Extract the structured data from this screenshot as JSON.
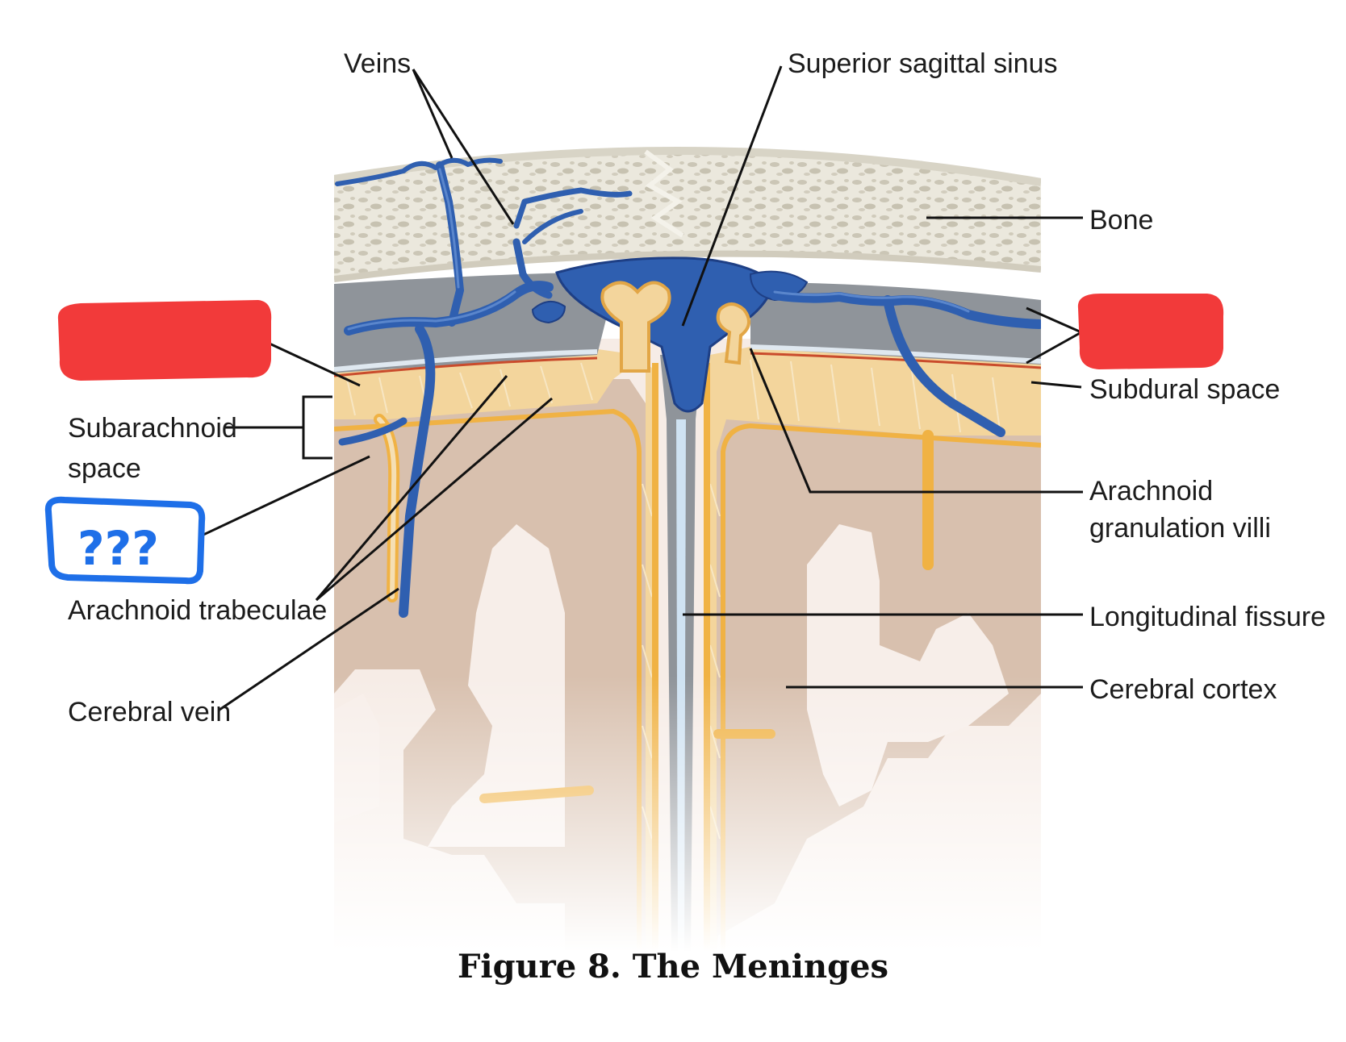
{
  "figure": {
    "caption": "Figure 8.  The Meninges",
    "labels": {
      "veins": "Veins",
      "superior_sagittal_sinus": "Superior sagittal sinus",
      "bone": "Bone",
      "subdural_space": "Subdural space",
      "subarachnoid_line1": "Subarachnoid",
      "subarachnoid_line2": "space",
      "arachnoid_granulation_line1": "Arachnoid",
      "arachnoid_granulation_line2": "granulation villi",
      "arachnoid_trabeculae": "Arachnoid trabeculae",
      "longitudinal_fissure": "Longitudinal fissure",
      "cerebral_cortex": "Cerebral cortex",
      "cerebral_vein": "Cerebral vein"
    },
    "annotations": {
      "question_marks": "???",
      "redaction_color": "#f23a3a",
      "question_box_color": "#1e6fe8"
    },
    "colors": {
      "bone": "#e9e6da",
      "bone_pores": "#c9c4b4",
      "dura": "#8e9399",
      "arachnoid_space": "#f3d49a",
      "pia_line": "#f0b244",
      "cortex": "#d9c2b2",
      "white_matter": "#f7ede8",
      "vein_blue": "#2f5fb0",
      "vein_dark": "#1e3f85"
    }
  }
}
